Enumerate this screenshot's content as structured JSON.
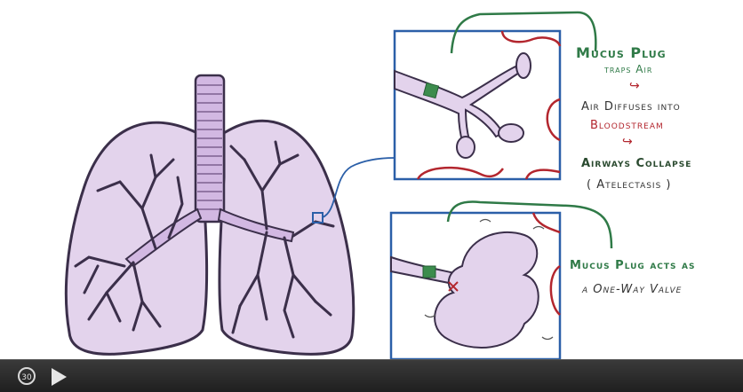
{
  "labels": {
    "mucus_plug": "Mucus Plug",
    "traps_air": "traps Air",
    "air_diffuses": "Air Diffuses into",
    "bloodstream": "Bloodstream",
    "airways_collapse": "Airways Collapse",
    "atelectasis": "( Atelectasis )",
    "mucus_plug_acts": "Mucus Plug acts as",
    "one_way_valve": "a One-Way Valve"
  },
  "controls": {
    "replay_label": "30",
    "replay_icon": "replay-30-icon",
    "play_icon": "play-icon"
  },
  "colors": {
    "lung_fill": "#e3d3ec",
    "outline": "#3b2f4a",
    "box_border": "#2b5fa8",
    "plug_green": "#3c8c4d",
    "blood_red": "#b3262e",
    "label_green": "#2f7a47"
  }
}
